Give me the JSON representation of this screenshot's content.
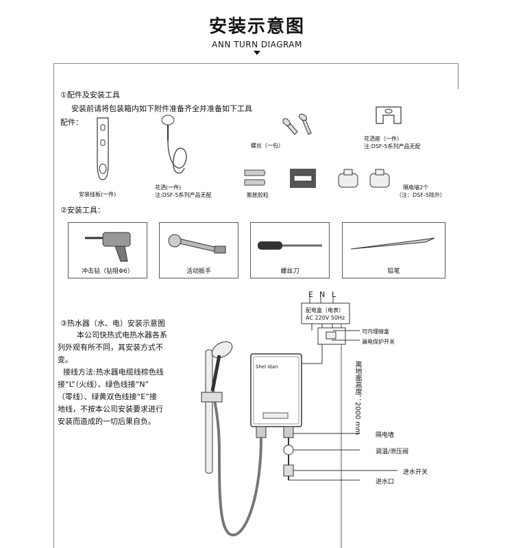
{
  "header": {
    "title": "安装示意图",
    "subtitle": "ANN TURN DIAGRAM"
  },
  "section1": {
    "heading": "①配件及安装工具",
    "intro": "安装前请将包装箱内如下附件准备齐全并准备如下工具",
    "parts_label": "配件：",
    "items": {
      "bracket": "安装挂板(一件)",
      "shower": "花洒(一件)",
      "shower_note": "注:DSF-5系列产品无配",
      "screws": "螺丝（一包）",
      "anchors": "膨胀胶粒",
      "holder": "花洒座（一件）",
      "holder_note": "注:DSF-5系列产品无配",
      "isolator": "隔电墙2个",
      "isolator_note": "（注：DSF-5除外）"
    }
  },
  "section2": {
    "heading": "②安装工具：",
    "tools": [
      "冲击钻（钻咀Φ6）",
      "活动扳手",
      "螺丝刀",
      "铅笔"
    ]
  },
  "section3": {
    "heading": "③热水器（水、电）安装示意图",
    "lines": [
      "本公司快热式电热水器各系",
      "列外观有所不同，其安装方式不",
      "变。",
      "接线方法:热水器电缆线棕色线",
      "接“L”（火线）、绿色线接“N”",
      "（零线）、绿黄双色线接“E”接",
      "地线，不按本公司安装要求进行",
      "安装而造成的一切后果自负。"
    ]
  },
  "diagram": {
    "terminals": [
      "E",
      "N",
      "L"
    ],
    "meter_line1": "配电盒（电表）",
    "meter_line2": "AC 220V 50Hz",
    "junction_box": "可内埋暗盒",
    "breaker": "漏电保护开关",
    "height_note": "离地面高度：2000 mm",
    "brand": "Shel ldan",
    "callouts": [
      "隔电墙",
      "调温/泄压阀",
      "进水开关",
      "进水口"
    ]
  }
}
